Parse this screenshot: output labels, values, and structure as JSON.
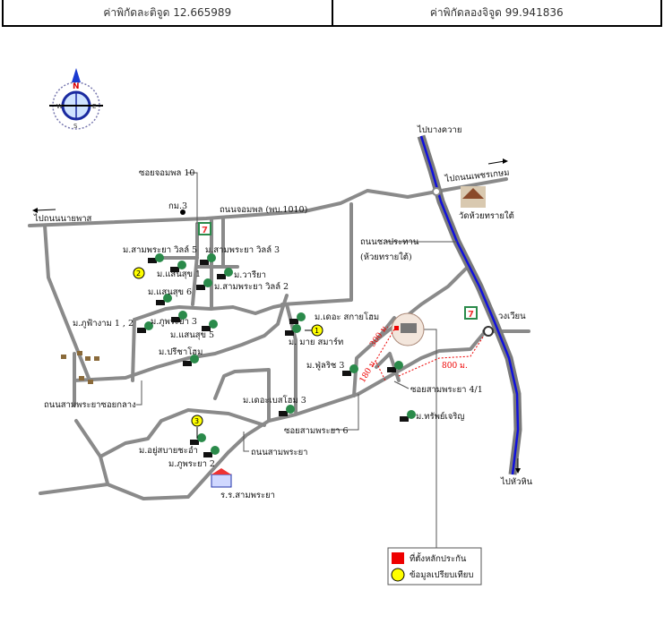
{
  "header": {
    "latitude": "ค่าพิกัดละติจูด 12.665989",
    "longitude": "ค่าพิกัดลองจิจูด 99.941836"
  },
  "compass": {
    "n": "N",
    "s": "S",
    "e": "E",
    "w": "W"
  },
  "labels": {
    "soi_jomphon_10": "ซอยจอมพล 10",
    "km3": "กม.3",
    "to_naiyapas": "ไปถนนนายพาส",
    "jomphon_road": "ถนนจอมพล (พบ.1010)",
    "to_bang_kwai": "ไปบางควาย",
    "to_phetkasem": "ไปถนนเพชรเกษม",
    "wat": "วัดห้วยทรายใต้",
    "chonprathan_1": "ถนนชลประทาน",
    "chonprathan_2": "(ห้วยทรายใต้)",
    "villa5": "ม.สามพระยา วิลล์ 5",
    "villa3": "ม.สามพระยา วิลล์ 3",
    "saensuk1": "ม.แสนสุข 1",
    "wariya": "ม.วารียา",
    "villa2": "ม.สามพระยา วิลล์ 2",
    "saensuk6": "ม.แสนสุข 6",
    "phufangam": "ม.ภูฟ้างาม 1 , 2",
    "phuphraya3": "ม.ภูพระยา 3",
    "saensuk5": "ม.แสนสุข 5",
    "preechahome": "ม.ปรีชาโฮม",
    "the_sky": "ม.เดอะ สกายโฮม",
    "my_smart": "ม. มาย สมาร์ท",
    "roundabout": "วงเวียน",
    "dist_300": "300 ม.",
    "dist_180": "180 ม.",
    "dist_800": "800 ม.",
    "phulrich3": "ม.ฟู่ลริช 3",
    "soi_41": "ซอยสามพระยา 4/1",
    "the_best3": "ม.เดอะเบสโฮม 3",
    "sapcharoen": "ม.ทรัพย์เจริญ",
    "soi_middle": "ถนนสามพระยาซอยกลาง",
    "soi_6": "ซอยสามพระยา 6",
    "yusabai": "ม.อยู่สบายชะอำ",
    "samphraya_road": "ถนนสามพระยา",
    "phuphraya2": "ม.ภูพระยา 2",
    "school": "ร.ร.สามพระยา",
    "to_huahin": "ไปหัวหิน"
  },
  "markers": {
    "m1": "1",
    "m2": "2",
    "m3": "3",
    "seven": "7"
  },
  "legend": {
    "property": "ที่ตั้งหลักประกัน",
    "comparable": "ข้อมูลเปรียบเทียบ"
  },
  "colors": {
    "road": "#8a8a8a",
    "canal": "#1010dd",
    "marker": "#ffff00",
    "property": "#ff0000",
    "village": "#2a8a4a"
  }
}
